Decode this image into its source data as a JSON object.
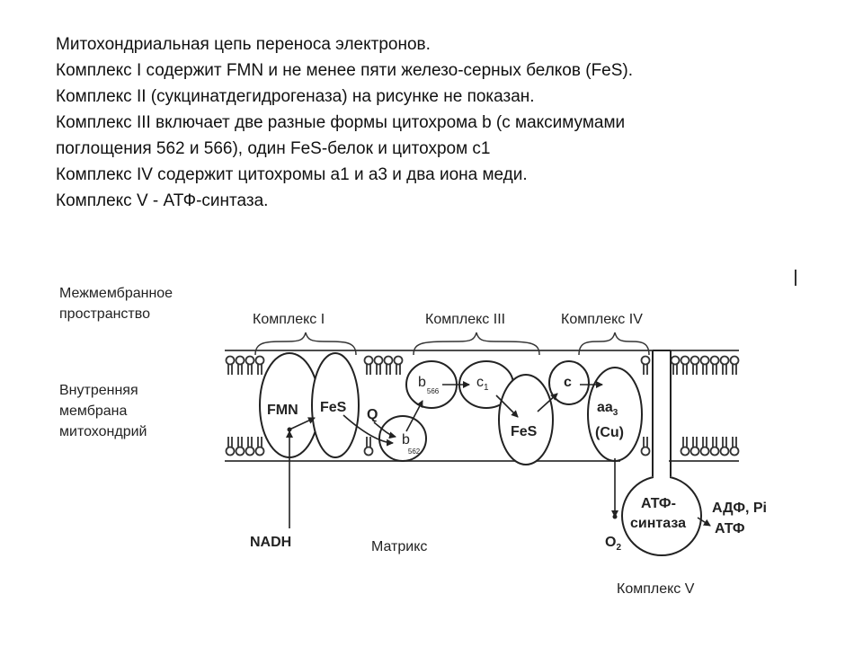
{
  "caption": {
    "lines": [
      "Митохондриальная цепь переноса электронов.",
      "Комплекс I содержит FMN и не менее пяти железо-серных белков (FeS).",
      "Комплекс II (сукцинатдегидрогеназа) на рисунке не показан.",
      "Комплекс III включает две разные формы цитохрома b (с максимумами",
      "поглощения 562 и 566), один FeS-белок и цитохром с1",
      "Комплекс IV содержит цитохромы а1 и а3 и два иона меди.",
      "Комплекс V - АТФ-синтаза."
    ]
  },
  "diagram": {
    "intermembrane": [
      "Межмембранное",
      "пространство"
    ],
    "inner_membrane": [
      "Внутренняя",
      "мембрана",
      "митохондрий"
    ],
    "complex1": "Комплекс I",
    "complex3": "Комплекс III",
    "complex4": "Комплекс IV",
    "complex5": "Комплекс V",
    "fmn": "FMN",
    "fes1": "FeS",
    "q": "Q",
    "b566": "b",
    "b566_sub": "566",
    "b562": "b",
    "b562_sub": "562",
    "c1": "c",
    "c1_sub": "1",
    "fes3": "FeS",
    "c": "c",
    "aa3": "aa",
    "aa3_sub": "3",
    "cu": "(Cu)",
    "atp_synthase": [
      "АТФ-",
      "синтаза"
    ],
    "adp": "АДФ, Pi",
    "atp": "АТФ",
    "nadh": "NADH",
    "matrix": "Матрикс",
    "o2": "O",
    "o2_sub": "2"
  }
}
